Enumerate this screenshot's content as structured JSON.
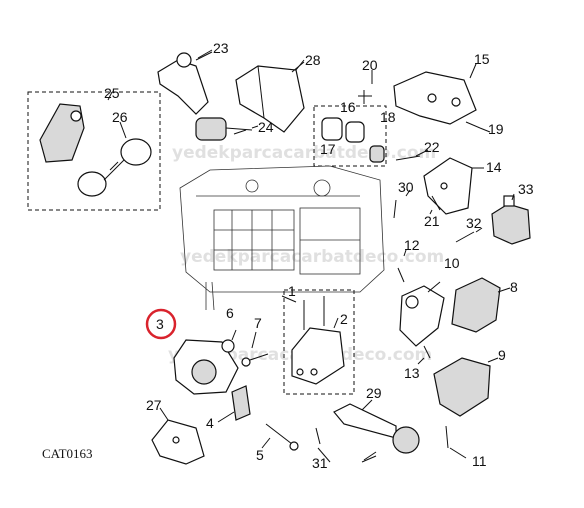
{
  "catalog": {
    "code": "CAT0163"
  },
  "watermark": {
    "text": "yedekparcacarbatdeco.com"
  },
  "highlight": {
    "color": "#d9232d",
    "label": "3"
  },
  "callouts": {
    "n1": "1",
    "n2": "2",
    "n3": "3",
    "n4": "4",
    "n5": "5",
    "n6": "6",
    "n7": "7",
    "n8": "8",
    "n9": "9",
    "n10": "10",
    "n11": "11",
    "n12": "12",
    "n13": "13",
    "n14": "14",
    "n15": "15",
    "n16": "16",
    "n17": "17",
    "n18": "18",
    "n19": "19",
    "n20": "20",
    "n21": "21",
    "n22": "22",
    "n23": "23",
    "n24": "24",
    "n25": "25",
    "n26": "26",
    "n27": "27",
    "n28": "28",
    "n29": "29",
    "n30": "30",
    "n31": "31",
    "n32": "32",
    "n33": "33"
  }
}
